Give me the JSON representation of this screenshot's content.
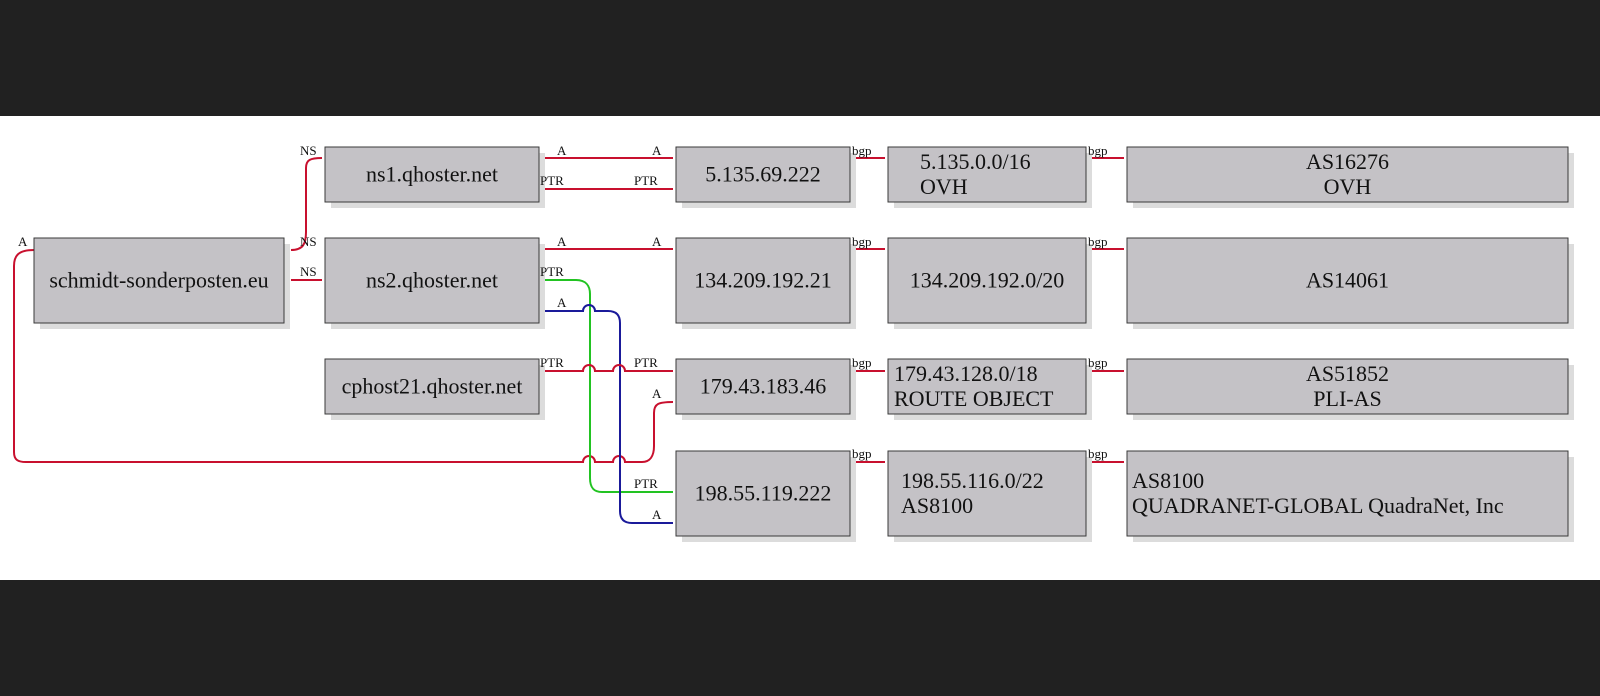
{
  "colors": {
    "red": "#c8102e",
    "green": "#22c322",
    "blue": "#1a1a9a",
    "node_fill": "#c4c2c6"
  },
  "nodes": {
    "domain": {
      "lines": [
        "schmidt-sonderposten.eu"
      ]
    },
    "ns1": {
      "lines": [
        "ns1.qhoster.net"
      ]
    },
    "ns2": {
      "lines": [
        "ns2.qhoster.net"
      ]
    },
    "cphost": {
      "lines": [
        "cphost21.qhoster.net"
      ]
    },
    "ip1": {
      "lines": [
        "5.135.69.222"
      ]
    },
    "ip2": {
      "lines": [
        "134.209.192.21"
      ]
    },
    "ip3": {
      "lines": [
        "179.43.183.46"
      ]
    },
    "ip4": {
      "lines": [
        "198.55.119.222"
      ]
    },
    "net1": {
      "lines": [
        "5.135.0.0/16",
        "OVH"
      ]
    },
    "net2": {
      "lines": [
        "134.209.192.0/20"
      ]
    },
    "net3": {
      "lines": [
        "179.43.128.0/18",
        "ROUTE OBJECT"
      ]
    },
    "net4": {
      "lines": [
        "198.55.116.0/22",
        "AS8100"
      ]
    },
    "as1": {
      "lines": [
        "AS16276",
        "OVH"
      ]
    },
    "as2": {
      "lines": [
        "AS14061"
      ]
    },
    "as3": {
      "lines": [
        "AS51852",
        "PLI-AS"
      ]
    },
    "as4": {
      "lines": [
        "AS8100",
        "QUADRANET-GLOBAL QuadraNet, Inc"
      ]
    }
  },
  "edge_labels": {
    "ns": "NS",
    "a": "A",
    "ptr": "PTR",
    "bgp": "bgp"
  }
}
